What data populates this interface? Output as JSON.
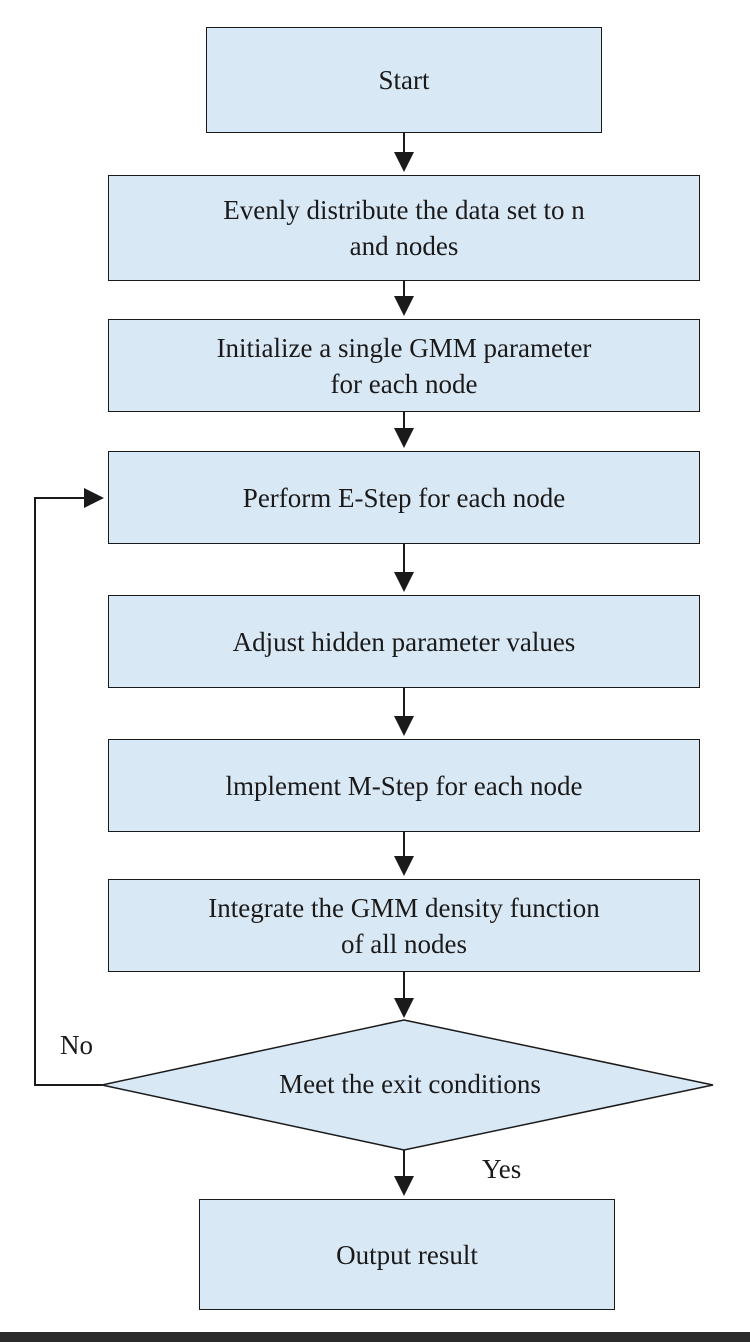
{
  "flowchart": {
    "steps": [
      {
        "id": "start",
        "label": "Start"
      },
      {
        "id": "distribute",
        "label": "Evenly distribute the data set to n\nand nodes"
      },
      {
        "id": "init-gmm",
        "label": "Initialize a single GMM parameter\nfor each node"
      },
      {
        "id": "e-step",
        "label": "Perform E-Step for each node"
      },
      {
        "id": "adjust",
        "label": "Adjust hidden parameter values"
      },
      {
        "id": "m-step",
        "label": "lmplement M-Step for each node"
      },
      {
        "id": "integrate",
        "label": "Integrate the GMM density function\nof all nodes"
      },
      {
        "id": "output",
        "label": "Output result"
      }
    ],
    "decision": {
      "label": "Meet the exit conditions"
    },
    "branches": {
      "no": "No",
      "yes": "Yes"
    }
  },
  "colors": {
    "box_fill": "#d9e8f5",
    "stroke": "#1a1a1a",
    "background": "#ffffff"
  }
}
